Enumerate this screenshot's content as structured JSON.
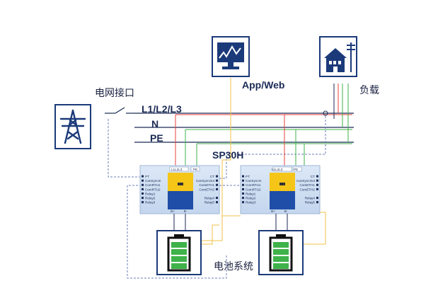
{
  "labels": {
    "grid_interface": "电网接口",
    "app_web": "App/Web",
    "load": "负载",
    "bus_l": "L1/L2/L3",
    "bus_n": "N",
    "bus_pe": "PE",
    "model": "SP30H",
    "battery_system": "电池系统"
  },
  "inverter_ports": {
    "top_ac": "L1L2L3",
    "top_pe": "PE",
    "left": [
      "PT",
      "CanSyncIn",
      "ComRTU1",
      "ComRTU2",
      "Relay1",
      "Relay2",
      "Relay3"
    ],
    "right": [
      "CT",
      "CanSyncOut",
      "ComETH1",
      "ComETH2",
      "Relay4",
      "Relay5"
    ],
    "bottom_pos": "B+",
    "bottom_neg": "B-"
  },
  "colors": {
    "icon_frame": "#1b3a7a",
    "icon_fill": "#1b3a7a",
    "line_red": "#e8413c",
    "line_green": "#3fb24a",
    "line_yellow": "#f0c24a",
    "line_blue_dashed": "#6b7fb8",
    "line_dark": "#1b2a55",
    "inverter_body": "#cfe0f2",
    "inverter_yellow": "#f5c518",
    "inverter_blue": "#1f4ea8",
    "battery_green": "#3fb24a"
  },
  "icons": {
    "grid": "transmission-tower-icon",
    "app": "monitor-chart-icon",
    "load": "house-with-pole-icon",
    "battery": "battery-icon"
  }
}
